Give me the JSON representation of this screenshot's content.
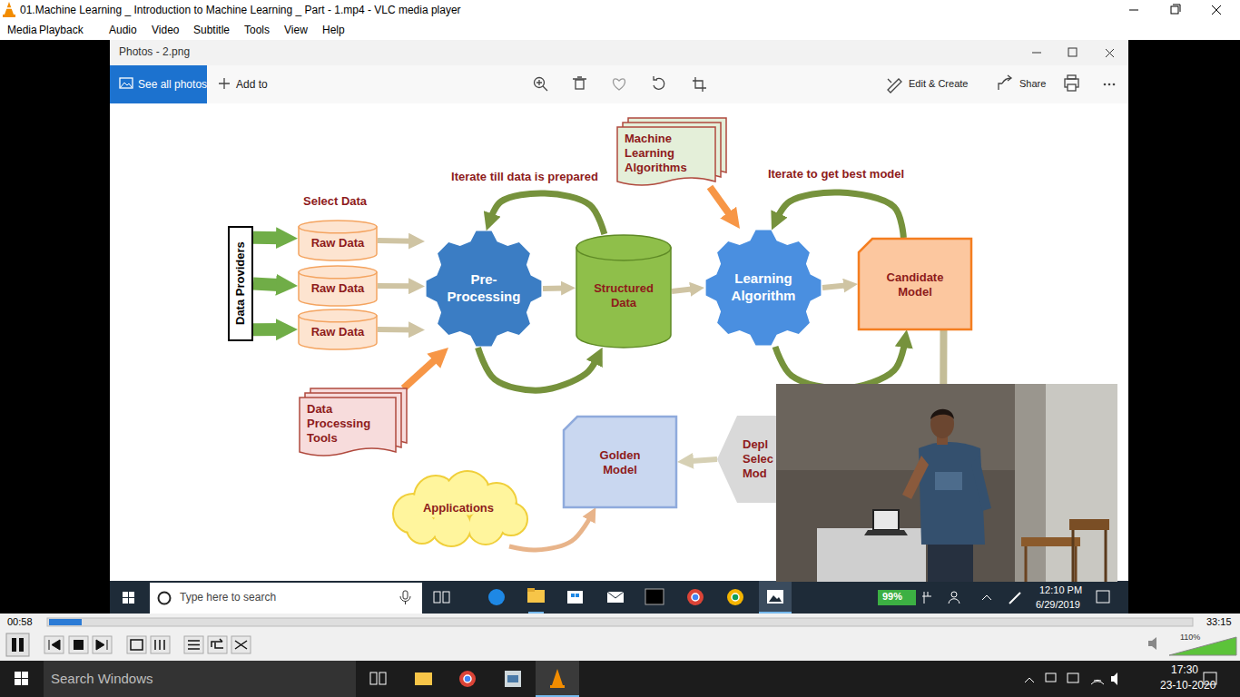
{
  "diagram": {
    "nodes": [
      {
        "text": [
          "Machine Learning Algorithms"
        ]
      },
      {
        "text": [
          "Data Providers"
        ]
      },
      {
        "text": [
          "Raw Data"
        ]
      },
      {
        "text": [
          "Raw Data"
        ]
      },
      {
        "text": [
          "Raw Data"
        ]
      },
      {
        "text": [
          "Pre-Processing"
        ]
      },
      {
        "text": [
          "Structured Data"
        ]
      },
      {
        "text": [
          "Learning Algorithm"
        ]
      },
      {
        "text": [
          "Candidate Model"
        ]
      },
      {
        "text": [
          "Data Processing Tools"
        ]
      },
      {
        "text": [
          "Golden Model"
        ]
      },
      {
        "text": [
          "Depl Selec Mod"
        ]
      },
      {
        "text": [
          "Applications"
        ]
      }
    ],
    "edges": [
      {
        "from": 1,
        "to": 2,
        "arrow": "to"
      },
      {
        "from": 1,
        "to": 3,
        "arrow": "to"
      },
      {
        "from": 1,
        "to": 4,
        "arrow": "to"
      },
      {
        "from": 2,
        "to": 5,
        "arrow": "to"
      },
      {
        "from": 3,
        "to": 5,
        "arrow": "to"
      },
      {
        "from": 4,
        "to": 5,
        "arrow": "to"
      },
      {
        "from": 9,
        "to": 5,
        "arrow": "to"
      },
      {
        "from": 5,
        "to": 6,
        "arrow": "to"
      },
      {
        "from": 6,
        "to": 5,
        "label": "Iterate till data is prepared",
        "arrow": "to"
      },
      {
        "from": 5,
        "to": 6,
        "arrow": "to"
      },
      {
        "from": 0,
        "to": 7,
        "arrow": "to"
      },
      {
        "from": 6,
        "to": 7,
        "arrow": "to"
      },
      {
        "from": 8,
        "to": 7,
        "label": "Iterate to get best model",
        "arrow": "to"
      },
      {
        "from": 7,
        "to": 8,
        "arrow": "to"
      },
      {
        "from": 7,
        "to": 8,
        "arrow": "to"
      },
      {
        "from": 8,
        "to": 11,
        "arrow": "to"
      },
      {
        "from": 11,
        "to": 10,
        "arrow": "to"
      },
      {
        "from": 12,
        "to": 10,
        "arrow": "to"
      }
    ],
    "labels": [
      "01.Machine Learning _ Introduction to Machine Learning _ Part - 1.mp4 - VLC media player",
      "Media",
      "Playback",
      "Audio",
      "Video",
      "Subtitle",
      "Tools",
      "View",
      "Help",
      "Photos - 2.png",
      "See all photos",
      "Add to",
      "Edit & Create",
      "Share",
      "Select Data",
      "Type here to search",
      "99%",
      "12:10 PM",
      "6/29/2019",
      "00:58",
      "33:15",
      "110%",
      "Search Windows",
      "17:30",
      "23-10-2020"
    ]
  }
}
